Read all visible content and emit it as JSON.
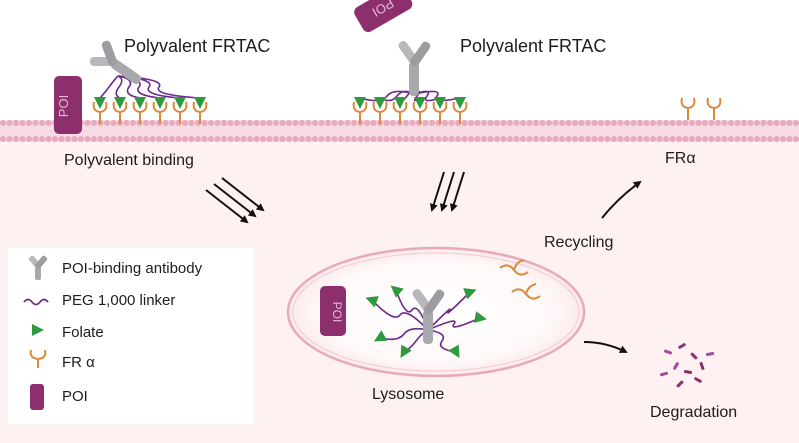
{
  "title_left": "Polyvalent FRTAC",
  "title_right": "Polyvalent FRTAC",
  "polyvalent_binding": "Polyvalent binding",
  "recycling": "Recycling",
  "fr_alpha_top": "FRα",
  "lysosome": "Lysosome",
  "degradation": "Degradation",
  "poi_tag": "POI",
  "legend": {
    "antibody": "POI-binding antibody",
    "peg": "PEG 1,000 linker",
    "folate": "Folate",
    "fr_alpha": "FR α",
    "poi": "POI"
  },
  "colors": {
    "membrane_head": "#e8a9be",
    "poi": "#8c2f6c",
    "linker": "#6e2a8a",
    "folate": "#2e9a3e",
    "receptor": "#d98a3c",
    "antibody": "#a9a9ad"
  }
}
